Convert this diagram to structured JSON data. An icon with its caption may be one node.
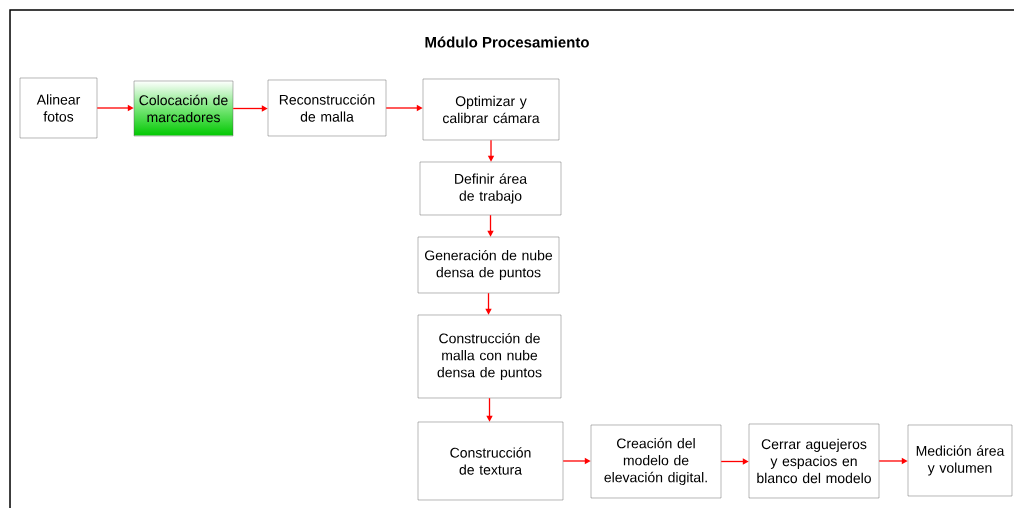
{
  "diagram": {
    "title": "Módulo Procesamiento",
    "nodes": [
      {
        "text": [
          "Alinear fotos"
        ]
      },
      {
        "text": [
          "Colocación de marcadores"
        ]
      },
      {
        "text": [
          "Reconstrucción de malla"
        ]
      },
      {
        "text": [
          "Optimizar y calibrar cámara"
        ]
      },
      {
        "text": [
          "Definir área de trabajo"
        ]
      },
      {
        "text": [
          "Generación de nube densa de puntos"
        ]
      },
      {
        "text": [
          "Construcción de malla con nube densa de puntos"
        ]
      },
      {
        "text": [
          "Construcción de textura"
        ]
      },
      {
        "text": [
          "Creación del modelo de elevación digital."
        ]
      },
      {
        "text": [
          "Cerrar aguejeros y espacios en blanco del modelo"
        ]
      },
      {
        "text": [
          "Medición área y volumen"
        ]
      }
    ],
    "edges": [
      {
        "from": 0,
        "to": 1,
        "arrow": "to"
      },
      {
        "from": 1,
        "to": 2,
        "arrow": "to"
      },
      {
        "from": 2,
        "to": 3,
        "arrow": "to"
      },
      {
        "from": 3,
        "to": 4,
        "arrow": "to"
      },
      {
        "from": 4,
        "to": 5,
        "arrow": "to"
      },
      {
        "from": 5,
        "to": 6,
        "arrow": "to"
      },
      {
        "from": 6,
        "to": 7,
        "arrow": "to"
      },
      {
        "from": 7,
        "to": 8,
        "arrow": "to"
      },
      {
        "from": 8,
        "to": 9,
        "arrow": "to"
      },
      {
        "from": 9,
        "to": 10,
        "arrow": "to"
      }
    ]
  }
}
